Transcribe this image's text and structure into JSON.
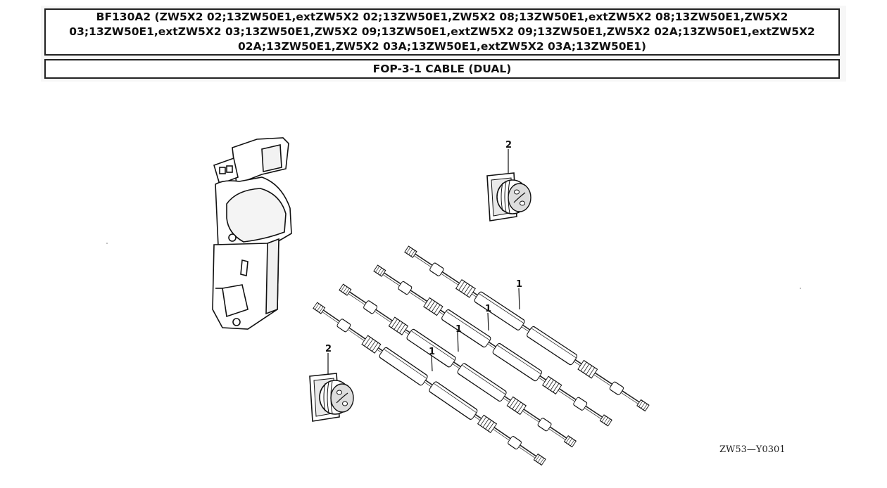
{
  "header": {
    "model_text": "BF130A2 (ZW5X2 02;13ZW50E1,extZW5X2 02;13ZW50E1,ZW5X2 08;13ZW50E1,extZW5X2 08;13ZW50E1,ZW5X2 03;13ZW50E1,extZW5X2 03;13ZW50E1,ZW5X2 09;13ZW50E1,extZW5X2 09;13ZW50E1,ZW5X2 02A;13ZW50E1,extZW5X2 02A;13ZW50E1,ZW5X2 03A;13ZW50E1,extZW5X2 03A;13ZW50E1)",
    "section_title": "FOP-3-1 CABLE (DUAL)"
  },
  "diagram": {
    "callouts": {
      "grommet_top": "2",
      "grommet_bottom": "2",
      "cable_1": "1",
      "cable_2": "1",
      "cable_3": "1",
      "cable_4": "1"
    },
    "reference_code": "ZW53—Y0301"
  }
}
